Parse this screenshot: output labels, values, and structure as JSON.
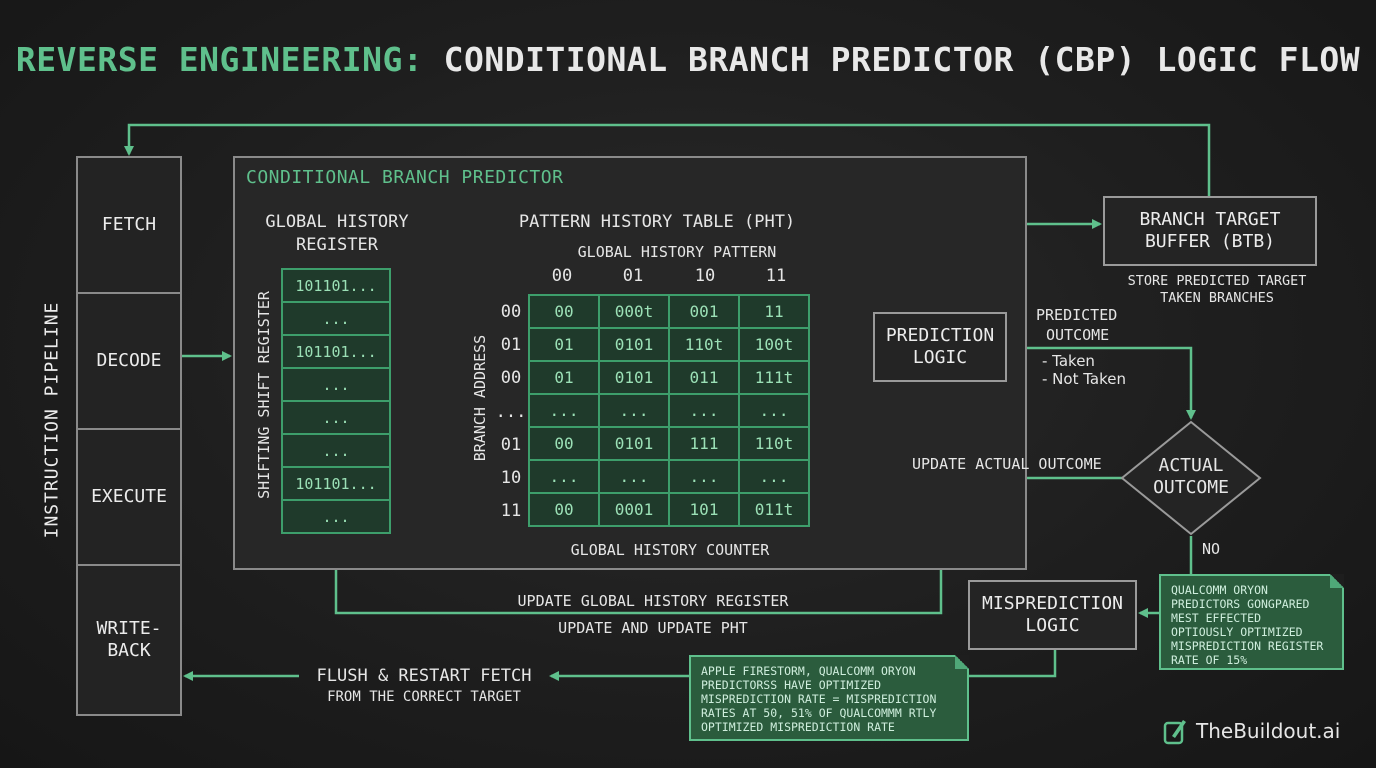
{
  "title": {
    "accent": "REVERSE ENGINEERING:",
    "rest": "CONDITIONAL BRANCH PREDICTOR (CBP) LOGIC FLOW"
  },
  "pipeline": {
    "label": "INSTRUCTION PIPELINE",
    "stages": [
      "FETCH",
      "DECODE",
      "EXECUTE",
      "WRITE-\nBACK"
    ]
  },
  "cbp": {
    "title": "CONDITIONAL BRANCH PREDICTOR",
    "ghr": {
      "title_line1": "GLOBAL HISTORY",
      "title_line2": "REGISTER",
      "side_label": "SHIFTING SHIFT REGISTER",
      "cells": [
        "101101...",
        "...",
        "101101...",
        "...",
        "...",
        "...",
        "101101...",
        "..."
      ]
    },
    "pht": {
      "title": "PATTERN HISTORY TABLE (PHT)",
      "pattern_label": "GLOBAL HISTORY PATTERN",
      "address_label": "BRANCH ADDRESS",
      "counter_label": "GLOBAL HISTORY COUNTER",
      "columns": [
        "00",
        "01",
        "10",
        "11"
      ],
      "rows": [
        "00",
        "01",
        "00",
        "...",
        "01",
        "10",
        "11"
      ],
      "cells": [
        [
          "00",
          "000t",
          "001",
          "11"
        ],
        [
          "01",
          "0101",
          "110t",
          "100t"
        ],
        [
          "01",
          "0101",
          "011",
          "111t"
        ],
        [
          "...",
          "...",
          "...",
          "..."
        ],
        [
          "00",
          "0101",
          "111",
          "110t"
        ],
        [
          "...",
          "...",
          "...",
          "..."
        ],
        [
          "00",
          "0001",
          "101",
          "011t"
        ]
      ]
    }
  },
  "prediction_logic": {
    "line1": "PREDICTION",
    "line2": "LOGIC"
  },
  "btb": {
    "line1": "BRANCH TARGET",
    "line2": "BUFFER (BTB)",
    "caption_line1": "STORE PREDICTED TARGET",
    "caption_line2": "TAKEN BRANCHES"
  },
  "predicted_outcome": {
    "line1": "PREDICTED",
    "line2": "OUTCOME",
    "option1": "- Taken",
    "option2": "- Not Taken"
  },
  "actual_outcome": {
    "line1": "ACTUAL",
    "line2": "OUTCOME",
    "no_label": "NO"
  },
  "update_actual": "UPDATE ACTUAL OUTCOME",
  "misprediction_logic": {
    "line1": "MISPREDICTION",
    "line2": "LOGIC"
  },
  "update_ghr": "UPDATE GLOBAL HISTORY REGISTER",
  "update_pht": "UPDATE AND UPDATE PHT",
  "flush": {
    "line1": "FLUSH & RESTART FETCH",
    "line2": "FROM THE CORRECT TARGET"
  },
  "note_right": "QUALCOMM ORYON\nPREDICTORS GONGPARED\nMEST EFFECTED\nOPTIOUSLY OPTIMIZED\nMISPREDICTION REGISTER\nRATE OF 15%",
  "note_bottom": "APPLE FIRESTORM, QUALCOMM ORYON\nPREDICTORSS HAVE OPTIMIZED\nMISPREDICTION RATE = MISPREDICTION\nRATES AT 50, 51% OF QUALCOMMM RTLY\nOPTIMIZED MISPREDICTION RATE",
  "brand": {
    "name": "TheBuildout.ai",
    "accent_color": "#5fc08c"
  }
}
